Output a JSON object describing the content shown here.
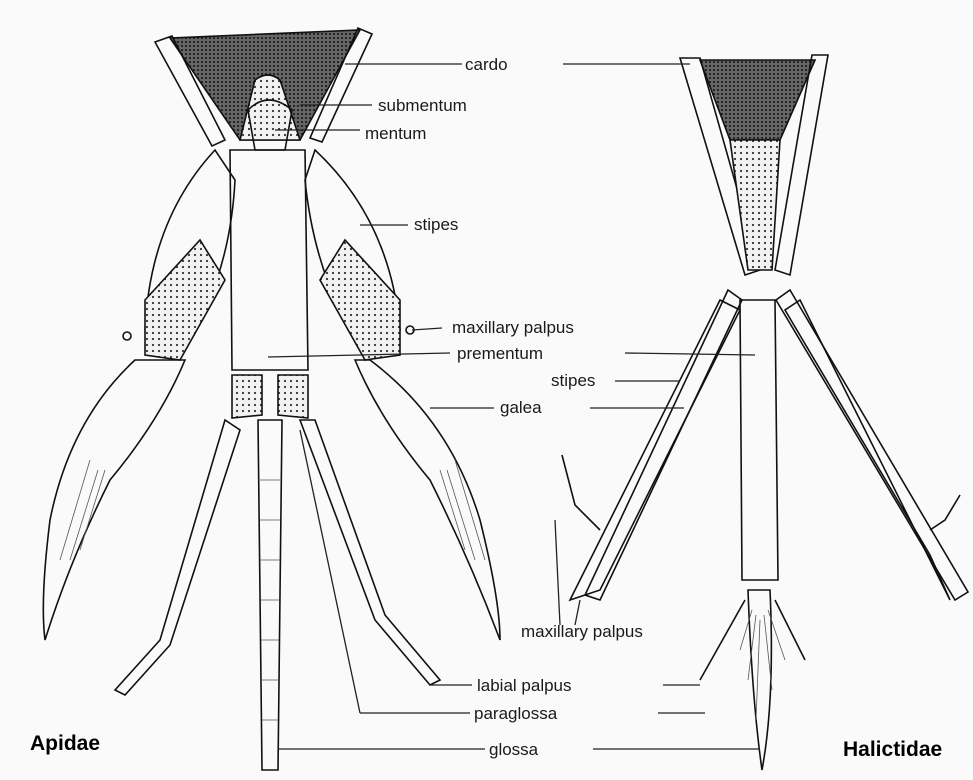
{
  "labels": {
    "cardo": "cardo",
    "submentum": "submentum",
    "mentum": "mentum",
    "stipes_top": "stipes",
    "maxillary_palpus_top": "maxillary palpus",
    "prementum": "prementum",
    "stipes_mid": "stipes",
    "galea": "galea",
    "maxillary_palpus_bottom": "maxillary palpus",
    "labial_palpus": "labial palpus",
    "paraglossa": "paraglossa",
    "glossa": "glossa"
  },
  "families": {
    "left": "Apidae",
    "right": "Halictidae"
  }
}
